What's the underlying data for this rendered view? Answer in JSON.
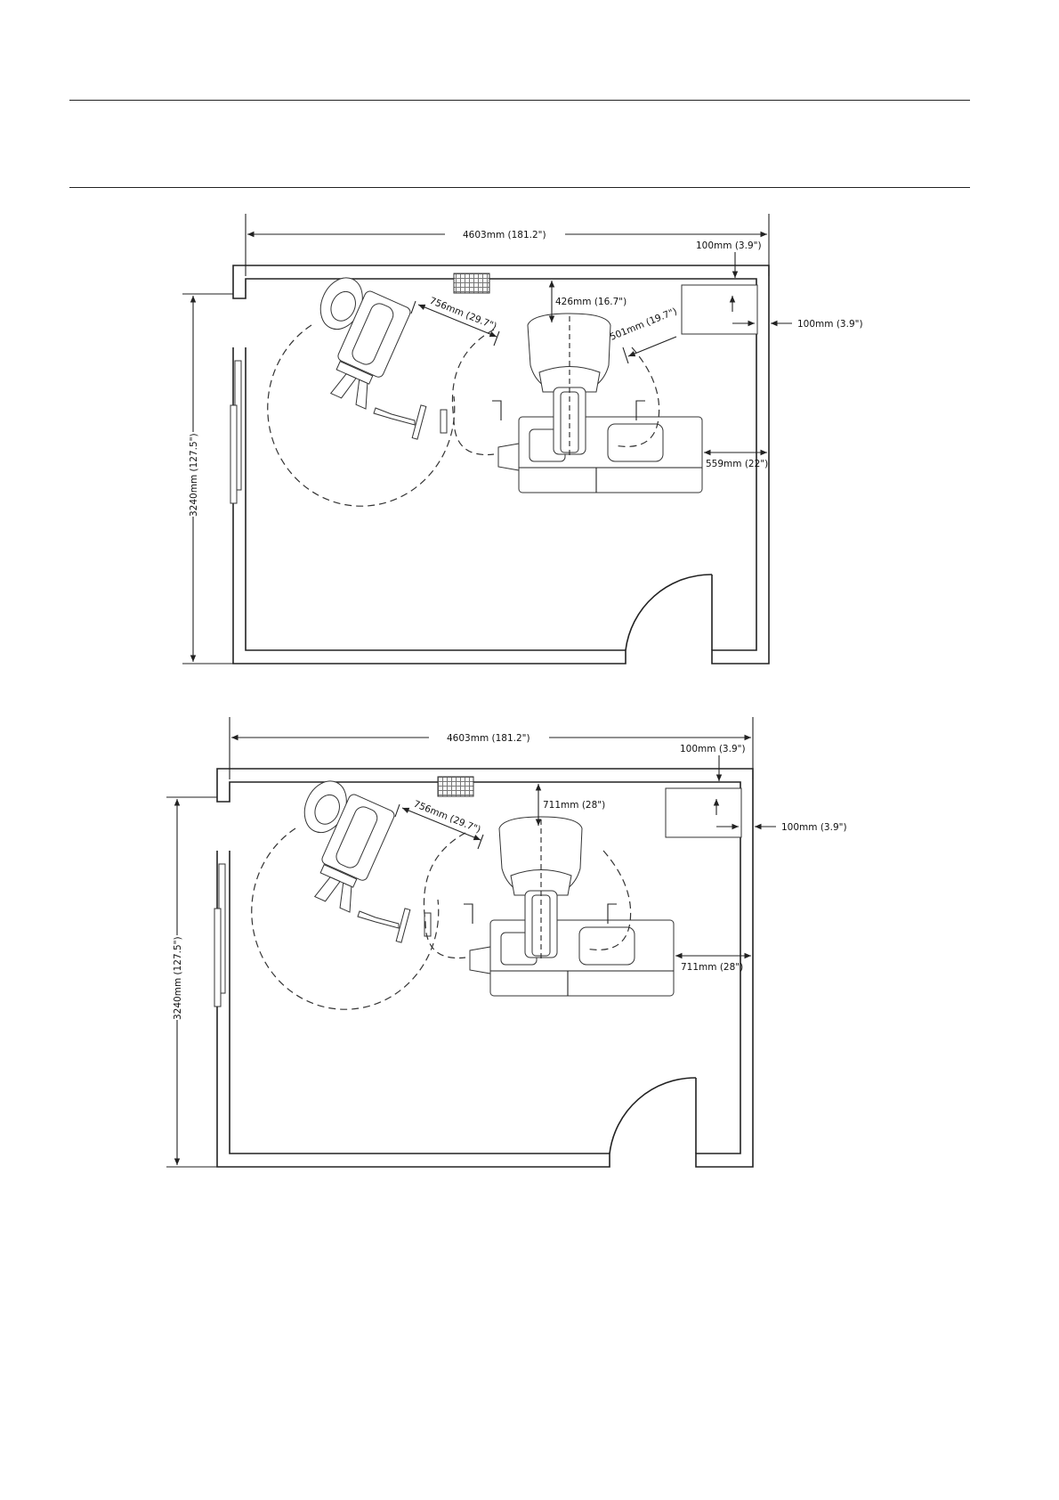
{
  "colors": {
    "ink": "#222222",
    "paper": "#ffffff",
    "tile_hatch": "#777777"
  },
  "plans": [
    {
      "width_label": "4603mm  (181.2\")",
      "height_label": "3240mm  (127.5\")",
      "top_offset_label": "100mm  (3.9\")",
      "right_offset_label": "100mm  (3.9\")",
      "chair_clearance_label": "756mm  (29.7\")",
      "head_clearance_label": "426mm  (16.7\")",
      "side_clearance_label": "501mm  (19.7\")",
      "end_clearance_label": "559mm  (22\")"
    },
    {
      "width_label": "4603mm  (181.2\")",
      "height_label": "3240mm  (127.5\")",
      "top_offset_label": "100mm  (3.9\")",
      "right_offset_label": "100mm  (3.9\")",
      "chair_clearance_label": "756mm  (29.7\")",
      "head_clearance_label": "711mm  (28\")",
      "end_clearance_label": "711mm  (28\")"
    }
  ]
}
